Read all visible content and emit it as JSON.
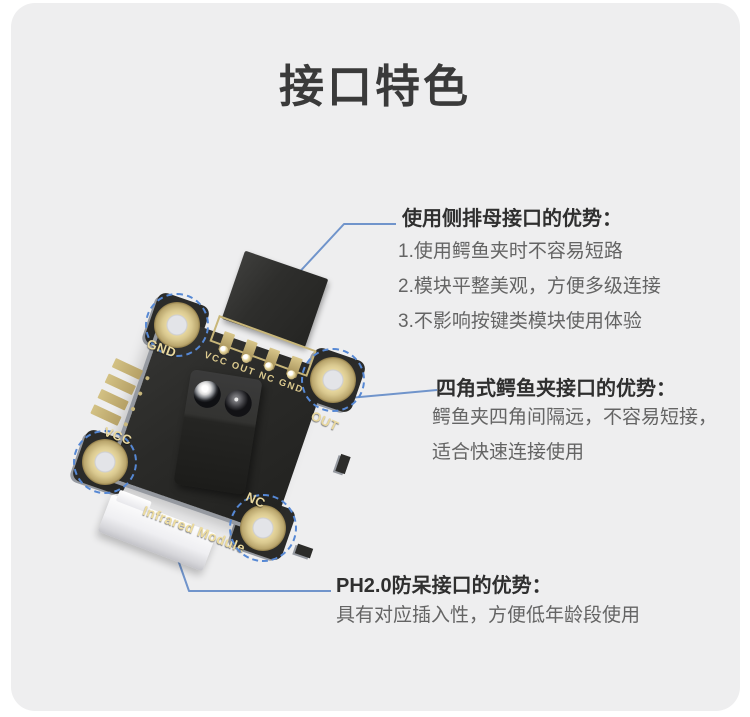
{
  "title": "接口特色",
  "theme": {
    "page_bg": "#ffffff",
    "card_bg": "#eeeeef",
    "callout_line": "#7094cb",
    "highlight_dash": "#5688d4",
    "pad_gold": "#d9c88f",
    "silkscreen_gold": "#ecd9a2",
    "pcb_black": "#28282a"
  },
  "pcb": {
    "corner_pads": [
      "GND",
      "OUT",
      "VCC",
      "NC"
    ],
    "pin_labels": "VCC OUT NC GND",
    "silkscreen": "Infrared Module"
  },
  "annotations": [
    {
      "heading": "使用侧排母接口的优势：",
      "items": [
        "1.使用鳄鱼夹时不容易短路",
        "2.模块平整美观，方便多级连接",
        "3.不影响按键类模块使用体验"
      ]
    },
    {
      "heading": "四角式鳄鱼夹接口的优势：",
      "items": [
        "鳄鱼夹四角间隔远，不容易短接，",
        "适合快速连接使用"
      ]
    },
    {
      "heading": "PH2.0防呆接口的优势：",
      "items": [
        "具有对应插入性，方便低年龄段使用"
      ]
    }
  ]
}
